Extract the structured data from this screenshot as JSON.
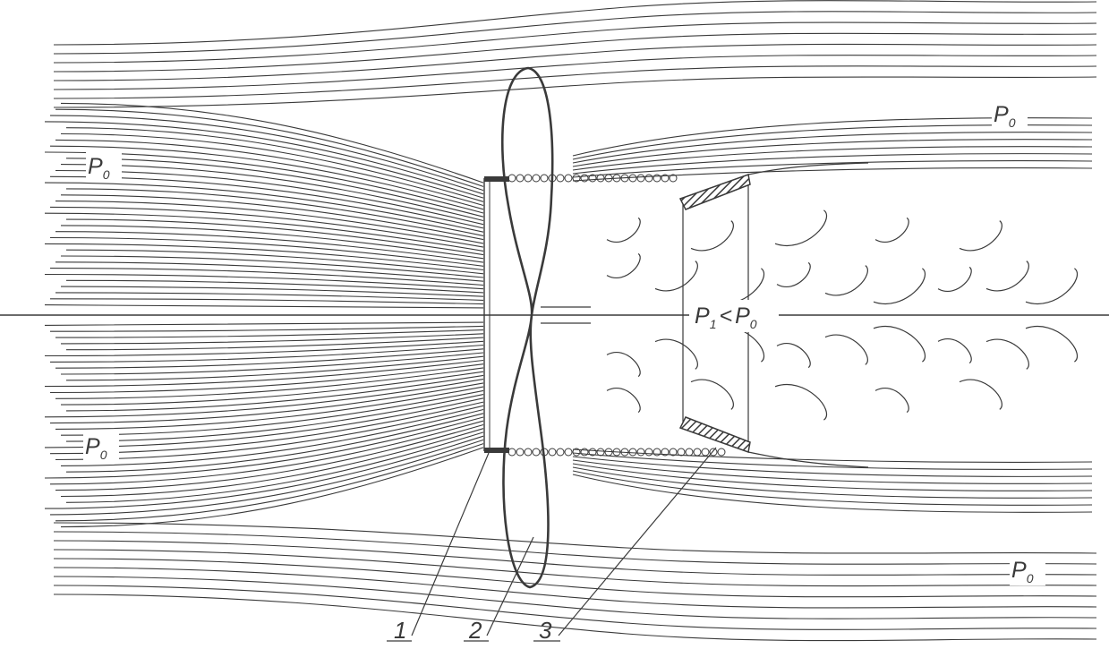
{
  "labels": {
    "p0_upper_left": {
      "main": "P",
      "sub": "0"
    },
    "p0_lower_left": {
      "main": "P",
      "sub": "0"
    },
    "p0_upper_right": {
      "main": "P",
      "sub": "0"
    },
    "p0_lower_right": {
      "main": "P",
      "sub": "0"
    },
    "pressure_relation": {
      "p1": "P",
      "p1_sub": "1",
      "op": "<",
      "p0": "P",
      "p0_sub": "0"
    }
  },
  "callouts": {
    "c1": "1",
    "c2": "2",
    "c3": "3"
  },
  "colors": {
    "ink": "#3a3a3a",
    "background": "#ffffff"
  }
}
